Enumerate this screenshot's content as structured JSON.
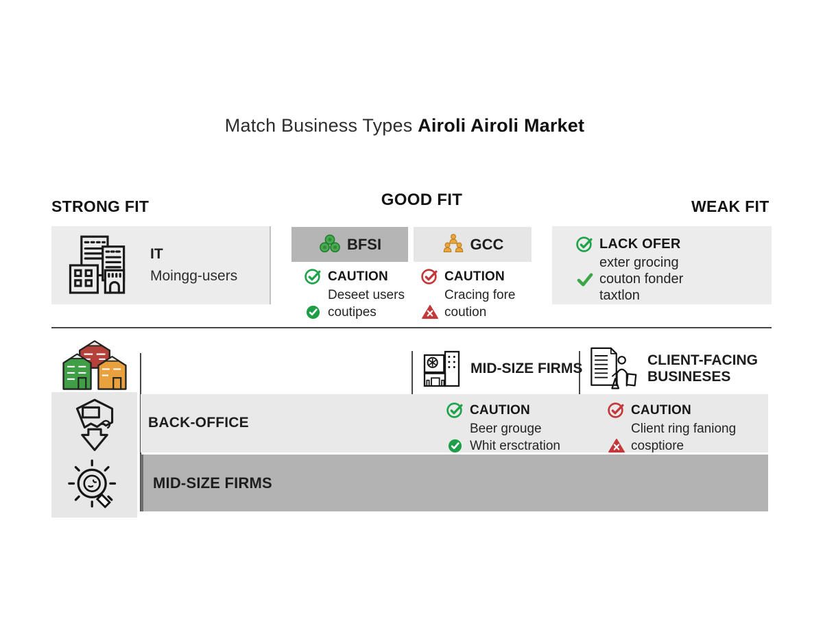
{
  "title": {
    "regular": "Match Business Types",
    "bold": "Airoli Airoli Market"
  },
  "fit_headers": {
    "strong": "STRONG FIT",
    "good": "GOOD FIT",
    "weak": "WEAK FIT"
  },
  "strong_card": {
    "name": "IT",
    "desc": "Moingg-users"
  },
  "bfsi": {
    "label": "BFSI",
    "caution": "CAUTION",
    "line2": "Deseet users",
    "line3": "coutipes"
  },
  "gcc": {
    "label": "GCC",
    "caution": "CAUTION",
    "line2": "Cracing fore",
    "line3": "coution"
  },
  "weak_card": {
    "heading": "LACK OFER",
    "line2": "exter grocing",
    "line3": "couton fonder",
    "line4": "taxtlon"
  },
  "matrix": {
    "col1_header": "MID-SIZE FIRMS",
    "col2_header_line1": "CLIENT-FACING",
    "col2_header_line2": "BUSINESES",
    "row1_label": "BACK-OFFICE",
    "row1_col1": {
      "caution": "CAUTION",
      "line2": "Beer grouge",
      "line3": "Whit ersctration"
    },
    "row1_col2": {
      "caution": "CAUTION",
      "line2": "Client ring faniong",
      "line3": "cosptiore"
    },
    "row2_label": "MID-SIZE FIRMS"
  },
  "colors": {
    "green": "#1fa34a",
    "greenfill": "#1d9e47",
    "red": "#c3383a",
    "orange": "#e8a13c",
    "boxgray": "#ececec",
    "bfsigray": "#b5b5b5",
    "gccgray": "#e6e6e6",
    "bargray": "#b3b3b3",
    "ink": "#1b1b1b"
  }
}
